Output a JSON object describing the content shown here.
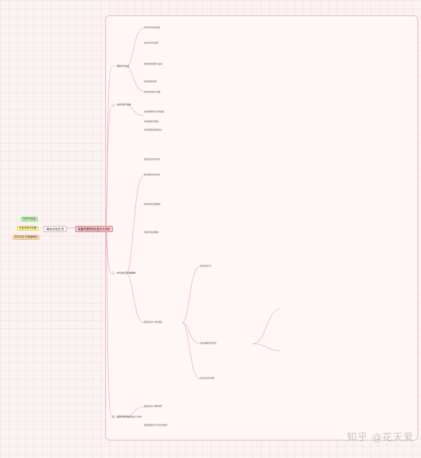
{
  "legend": {
    "items": [
      "历史与社会",
      "文化传承与创新",
      "哲学文化与思维辨析"
    ]
  },
  "center_node": "政治文化生活",
  "root_node": "发展中国特色社会主义文化",
  "branches": [
    {
      "label": "一、发展文化生活",
      "subs": [
        "文化生活的丰富多彩",
        "在文化生活中选择",
        "传统文化的继承与发展",
        "文化创新的途径",
        "文化的多样性与传播"
      ]
    },
    {
      "label": "二、文化传承与创新",
      "subs": [
        "文化的继承性与文化发展",
        "文化在继承中发展",
        "文化创新的源泉和动力"
      ]
    },
    {
      "label": "三、中华文化与民族精神",
      "subs": [
        "源远流长的中华文化",
        "博大精深的中华文化",
        "永恒的中华民族精神",
        "弘扬中华民族精神",
        "建设社会主义文化强国"
      ]
    },
    {
      "label": "四、发展中国特色社会主义文化",
      "subs": [
        "走进文化生活",
        "色彩斑斓的文化生活",
        "在文化生活中选择",
        "建设社会主义精神文明",
        "思想道德修养与科学文化修养"
      ]
    }
  ],
  "watermark": "知乎 @花天爱"
}
